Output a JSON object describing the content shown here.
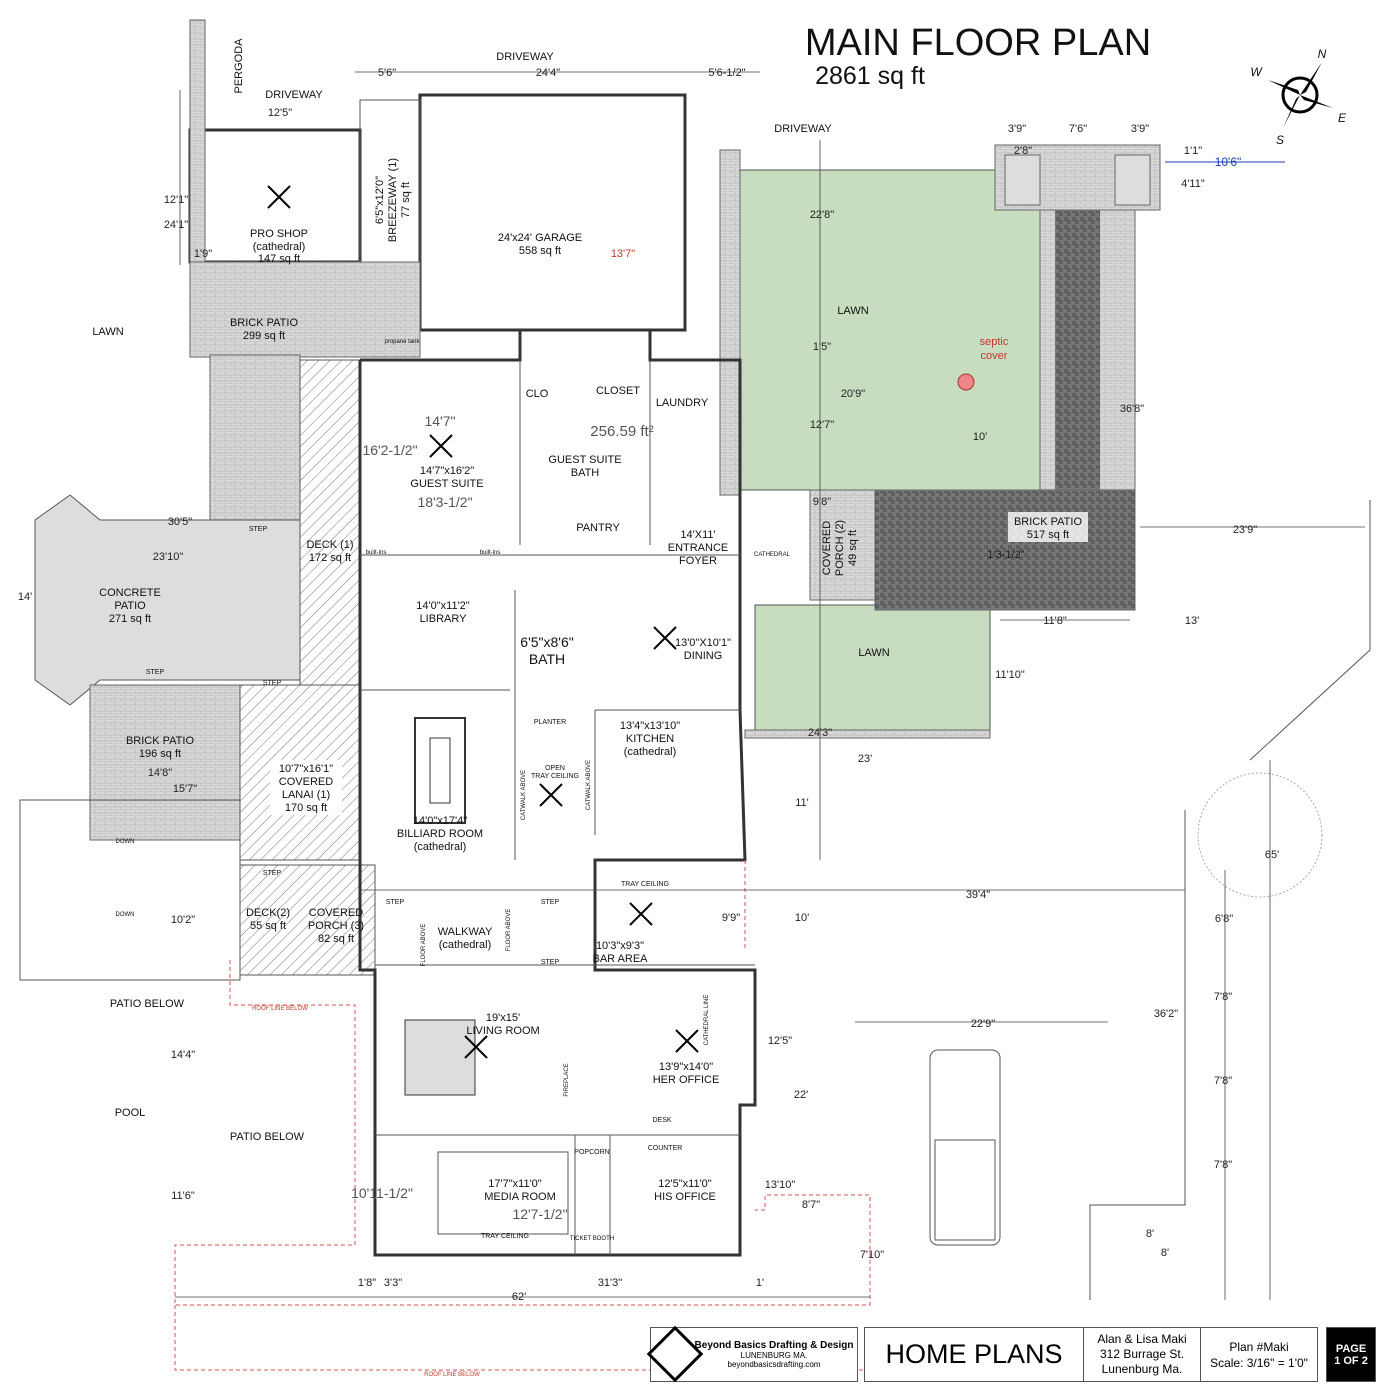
{
  "title": {
    "main": "MAIN FLOOR PLAN",
    "area": "2861 sq ft"
  },
  "compass": {
    "n": "N",
    "e": "E",
    "s": "S",
    "w": "W"
  },
  "site": {
    "driveway_top": "DRIVEWAY",
    "driveway_left": "DRIVEWAY",
    "driveway_right": "DRIVEWAY",
    "pergoda": "PERGODA",
    "lawn_left": "LAWN",
    "lawn_main": "LAWN",
    "lawn_lower": "LAWN",
    "septic": "septic",
    "septic2": "cover",
    "patio_below_1": "PATIO BELOW",
    "patio_below_2": "PATIO BELOW",
    "pool": "POOL",
    "roof_line": "ROOF LINE BELOW",
    "propane": "propane tank"
  },
  "rooms": {
    "pro_shop": {
      "name": "PRO SHOP",
      "sub": "(cathedral)",
      "area": "147 sq ft"
    },
    "breezeway": {
      "name": "6'5\"x12'0\"",
      "sub": "BREEZEWAY (1)",
      "area": "77 sq ft"
    },
    "garage": {
      "name": "24'x24' GARAGE",
      "area": "558 sq ft"
    },
    "brick_patio_top": {
      "name": "BRICK PATIO",
      "area": "299 sq ft"
    },
    "clo": {
      "name": "CLO"
    },
    "closet": {
      "name": "CLOSET"
    },
    "laundry": {
      "name": "LAUNDRY"
    },
    "guest_suite": {
      "name": "14'7\"x16'2\"",
      "sub": "GUEST SUITE"
    },
    "guest_bath": {
      "name": "GUEST SUITE",
      "sub": "BATH",
      "area": "256.59 ft²"
    },
    "pantry": {
      "name": "PANTRY"
    },
    "foyer": {
      "name": "14'X11'",
      "sub": "ENTRANCE",
      "sub2": "FOYER"
    },
    "deck1": {
      "name": "DECK (1)",
      "area": "172 sq ft"
    },
    "concrete_patio": {
      "name": "CONCRETE",
      "sub": "PATIO",
      "area": "271 sq ft"
    },
    "library": {
      "name": "14'0\"x11'2\"",
      "sub": "LIBRARY"
    },
    "bath": {
      "name": "6'5\"x8'6\"",
      "sub": "BATH"
    },
    "dining": {
      "name": "13'0\"X10'1\"",
      "sub": "DINING"
    },
    "covered_porch2": {
      "name": "COVERED",
      "sub": "PORCH (2)",
      "area": "49 sq ft"
    },
    "brick_patio_right": {
      "name": "BRICK PATIO",
      "area": "517 sq ft"
    },
    "brick_patio_left": {
      "name": "BRICK PATIO",
      "area": "196 sq ft"
    },
    "lanai": {
      "name": "10'7\"x16'1\"",
      "sub": "COVERED",
      "sub2": "LANAI (1)",
      "area": "170 sq ft"
    },
    "billiard": {
      "name": "14'0\"x17'4\"",
      "sub": "BILLIARD ROOM",
      "sub2": "(cathedral)"
    },
    "kitchen": {
      "name": "13'4\"x13'10\"",
      "sub": "KITCHEN",
      "sub2": "(cathedral)"
    },
    "planter": {
      "name": "PLANTER"
    },
    "tray": {
      "name": "OPEN",
      "sub": "TRAY CEILING"
    },
    "deck2": {
      "name": "DECK(2)",
      "area": "55 sq ft"
    },
    "covered_porch3": {
      "name": "COVERED",
      "sub": "PORCH (3)",
      "area": "82 sq ft"
    },
    "walkway": {
      "name": "WALKWAY",
      "sub": "(cathedral)"
    },
    "bar": {
      "name": "10'3\"x9'3\"",
      "sub": "BAR AREA",
      "tray": "TRAY CEILING"
    },
    "living": {
      "name": "19'x15'",
      "sub": "LIVING ROOM"
    },
    "her_office": {
      "name": "13'9\"x14'0\"",
      "sub": "HER OFFICE",
      "desk": "DESK",
      "counter": "COUNTER"
    },
    "media": {
      "name": "17'7\"x11'0\"",
      "sub": "MEDIA ROOM",
      "popcorn": "POPCORN",
      "ticket": "TICKET BOOTH",
      "tray": "TRAY CEILING"
    },
    "his_office": {
      "name": "12'5\"x11'0\"",
      "sub": "HIS OFFICE"
    }
  },
  "misc": {
    "step": "STEP",
    "down": "DOWN",
    "builtins": "built-ins",
    "fireplace": "FIREPLACE",
    "catwalk": "CATWALK ABOVE",
    "floor_above": "FLOOR ABOVE",
    "cathedral": "CATHEDRAL",
    "cathedral_line": "CATHEDRAL LINE"
  },
  "dims": [
    "5'6\"",
    "24'4\"",
    "5'6-1/2\"",
    "12'5\"",
    "12'1\"",
    "24'1\"",
    "1'9\"",
    "13'7\"",
    "3'9\"",
    "7'6\"",
    "3'9\"",
    "2'8\"",
    "1'1\"",
    "10'6\"",
    "4'11\"",
    "22'8\"",
    "1'5\"",
    "20'9\"",
    "12'7\"",
    "10'",
    "36'8\"",
    "14'7\"",
    "16'2-1/2\"",
    "18'3-1/2\"",
    "30'5\"",
    "23'10\"",
    "14'",
    "23'9\"",
    "11'8\"",
    "13'",
    "9'8\"",
    "1'3-1/2\"",
    "11'10\"",
    "24'3\"",
    "23'",
    "11'",
    "14'8\"",
    "15'7\"",
    "39'4\"",
    "65'",
    "10'",
    "9'9\"",
    "10'2\"",
    "6'8\"",
    "36'2\"",
    "7'8\"",
    "7'8\"",
    "7'8\"",
    "22'9\"",
    "12'5\"",
    "22'",
    "14'4\"",
    "11'6\"",
    "10'11-1/2\"",
    "12'7-1/2\"",
    "13'10\"",
    "8'7\"",
    "7'10\"",
    "8'",
    "8'",
    "1'8\"",
    "3'3\"",
    "31'3\"",
    "1'",
    "62'"
  ],
  "titleblock": {
    "company": "Beyond Basics Drafting & Design",
    "town": "LUNENBURG MA.",
    "web": "beyondbasicsdrafting.com",
    "home_plans": "HOME PLANS",
    "client1": "Alan & Lisa Maki",
    "client2": "312 Burrage St.",
    "client3": "Lunenburg Ma.",
    "plan": "Plan #Maki",
    "scale": "Scale: 3/16\" = 1'0\"",
    "page1": "PAGE",
    "page2": "1 OF 2"
  },
  "colors": {
    "lawn": "#c8dcc0",
    "patio": "#8a8a8a",
    "roof_line": "#d9534f",
    "dim_blue": "#1a3fb0"
  }
}
